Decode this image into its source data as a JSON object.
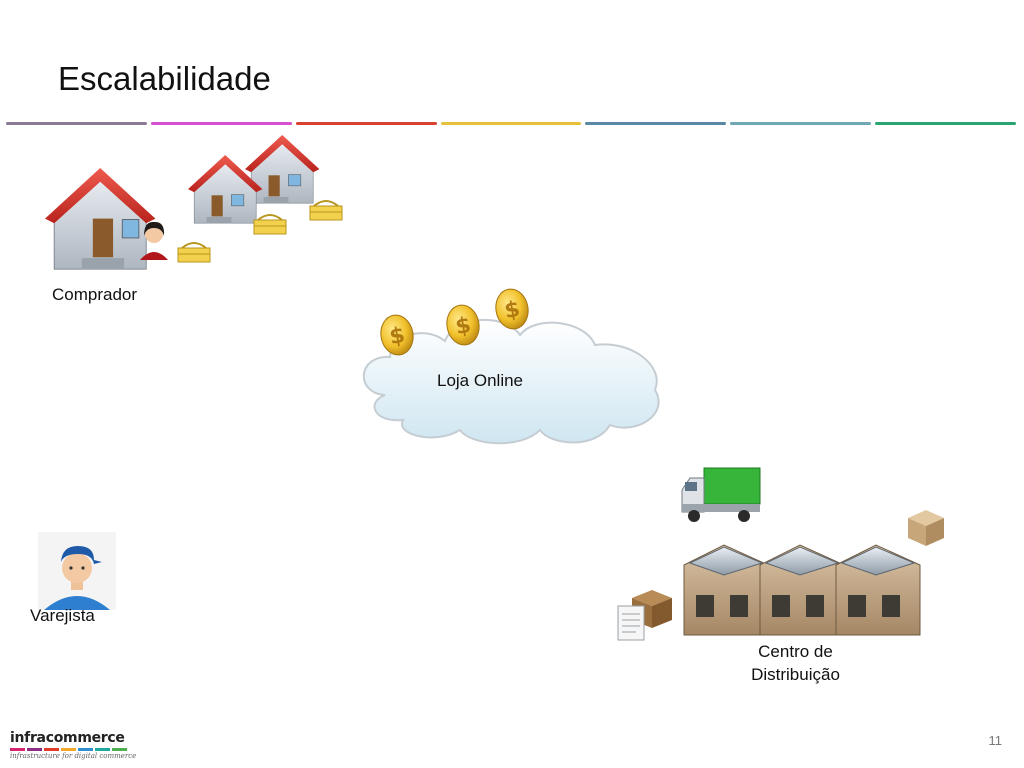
{
  "slide": {
    "title": "Escalabilidade",
    "page_number": "11"
  },
  "title_rule_colors": [
    "#8c7a94",
    "#d94fd1",
    "#d8412f",
    "#e6c23a",
    "#5b88a7",
    "#6fa8b4",
    "#2aa572"
  ],
  "diagram": {
    "buyer_label": "Comprador",
    "store_label": "Loja Online",
    "retailer_label": "Varejista",
    "distribution_label": "Centro de Distribuição",
    "distribution_label_line1": "Centro de",
    "distribution_label_line2": "Distribuição",
    "coin_symbol": "$"
  },
  "brand": {
    "name": "infracommerce",
    "tagline": "infrastructure for digital commerce",
    "bar_colors": [
      "#d6246e",
      "#8c2d83",
      "#e23b2a",
      "#f0a72a",
      "#2f8fd1",
      "#1fa8a0",
      "#4cb050"
    ]
  }
}
